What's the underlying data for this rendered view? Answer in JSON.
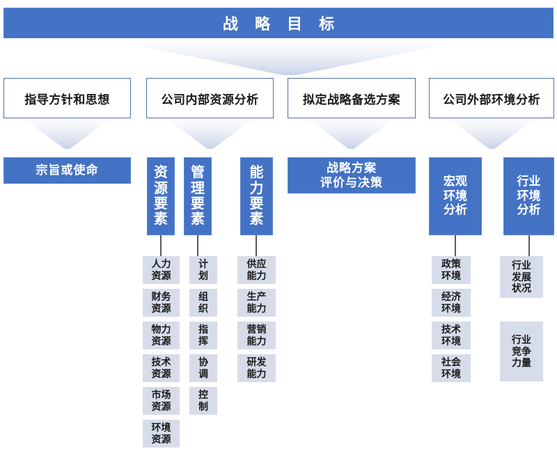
{
  "title": "战 略 目 标",
  "colors": {
    "primary_blue": "#4472C4",
    "light_blue": "#D6DCE9",
    "outline_blue": "#4E6FA8",
    "text_dark": "#1A1A1A",
    "text_light": "#FFFFFF",
    "connector_gray": "#595959",
    "background": "#FFFFFF"
  },
  "level2": [
    {
      "label": "指导方针和思想"
    },
    {
      "label": "公司内部资源分析"
    },
    {
      "label": "拟定战略备选方案"
    },
    {
      "label": "公司外部环境分析"
    }
  ],
  "level3": {
    "mission": {
      "label": "宗旨或使命"
    },
    "decision": {
      "label": "战略方案\n评价与决策"
    }
  },
  "columns": [
    {
      "header": "资\n源\n要\n素",
      "items": [
        "人力\n资源",
        "财务\n资源",
        "物力\n资源",
        "技术\n资源",
        "市场\n资源",
        "环境\n资源"
      ]
    },
    {
      "header": "管\n理\n要\n素",
      "items": [
        "计\n划",
        "组\n织",
        "指\n挥",
        "协\n调",
        "控\n制"
      ]
    },
    {
      "header": "能\n力\n要\n素",
      "items": [
        "供应\n能力",
        "生产\n能力",
        "营销\n能力",
        "研发\n能力"
      ]
    },
    {
      "header": "宏观\n环境\n分析",
      "items": [
        "政策\n环境",
        "经济\n环境",
        "技术\n环境",
        "社会\n环境"
      ]
    },
    {
      "header": "行业\n环境\n分析",
      "items": [
        "行业\n发展\n状况",
        "行业\n竞争\n力量"
      ]
    }
  ]
}
